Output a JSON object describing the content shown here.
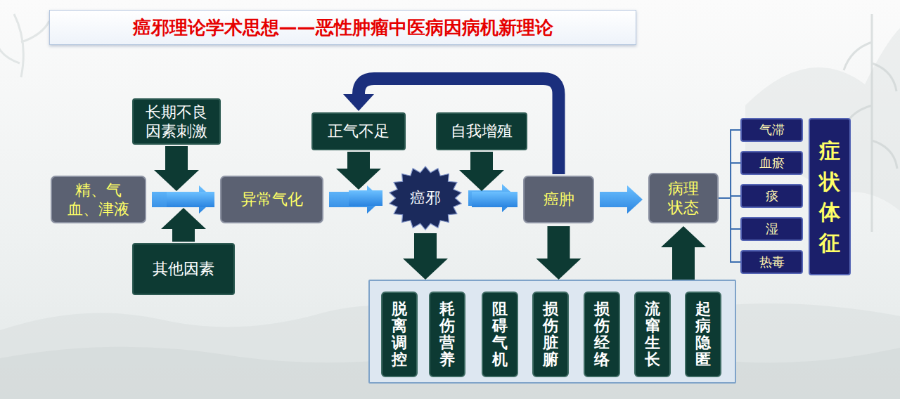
{
  "diagram": {
    "title": "癌邪理论学术思想——恶性肿瘤中医病因病机新理论",
    "nodes": [
      {
        "text": [
          "长期不良 因素刺激"
        ]
      },
      {
        "text": [
          "精、气 血、津液"
        ]
      },
      {
        "text": [
          "其他因素"
        ]
      },
      {
        "text": [
          "异常气化"
        ]
      },
      {
        "text": [
          "正气不足"
        ]
      },
      {
        "text": [
          "癌邪"
        ]
      },
      {
        "text": [
          "自我增殖"
        ]
      },
      {
        "text": [
          "癌肿"
        ]
      },
      {
        "text": [
          "病理 状态"
        ]
      },
      {
        "text": [
          "气滞"
        ]
      },
      {
        "text": [
          "血瘀"
        ]
      },
      {
        "text": [
          "痰"
        ]
      },
      {
        "text": [
          "湿"
        ]
      },
      {
        "text": [
          "热毒"
        ]
      },
      {
        "text": [
          "症状体征"
        ]
      },
      {
        "text": []
      },
      {
        "text": [
          "脱离调控"
        ],
        "in": 15
      },
      {
        "text": [
          "耗伤营养"
        ],
        "in": 15
      },
      {
        "text": [
          "阻碍气机"
        ],
        "in": 15
      },
      {
        "text": [
          "损伤脏腑"
        ],
        "in": 15
      },
      {
        "text": [
          "损伤经络"
        ],
        "in": 15
      },
      {
        "text": [
          "流窜生长"
        ],
        "in": 15
      },
      {
        "text": [
          "起病隐匿"
        ],
        "in": 15
      }
    ],
    "edges": [
      {
        "from": 1,
        "to": 3,
        "arrow": "to"
      },
      {
        "from": 0,
        "to": 3,
        "arrow": "to"
      },
      {
        "from": 2,
        "to": 3,
        "arrow": "to"
      },
      {
        "from": 3,
        "to": 5,
        "arrow": "to"
      },
      {
        "from": 4,
        "to": 5,
        "arrow": "to"
      },
      {
        "from": 5,
        "to": 7,
        "arrow": "to"
      },
      {
        "from": 6,
        "to": 7,
        "arrow": "to"
      },
      {
        "from": 7,
        "to": 4,
        "arrow": "to"
      },
      {
        "from": 7,
        "to": 8,
        "arrow": "to"
      },
      {
        "from": 5,
        "to": 15,
        "arrow": "to"
      },
      {
        "from": 7,
        "to": 15,
        "arrow": "to"
      },
      {
        "from": 15,
        "to": 8,
        "arrow": "to"
      },
      {
        "from": 8,
        "to": 9,
        "arrow": "none"
      },
      {
        "from": 8,
        "to": 10,
        "arrow": "none"
      },
      {
        "from": 8,
        "to": 11,
        "arrow": "none"
      },
      {
        "from": 8,
        "to": 12,
        "arrow": "none"
      },
      {
        "from": 8,
        "to": 13,
        "arrow": "none"
      }
    ]
  }
}
